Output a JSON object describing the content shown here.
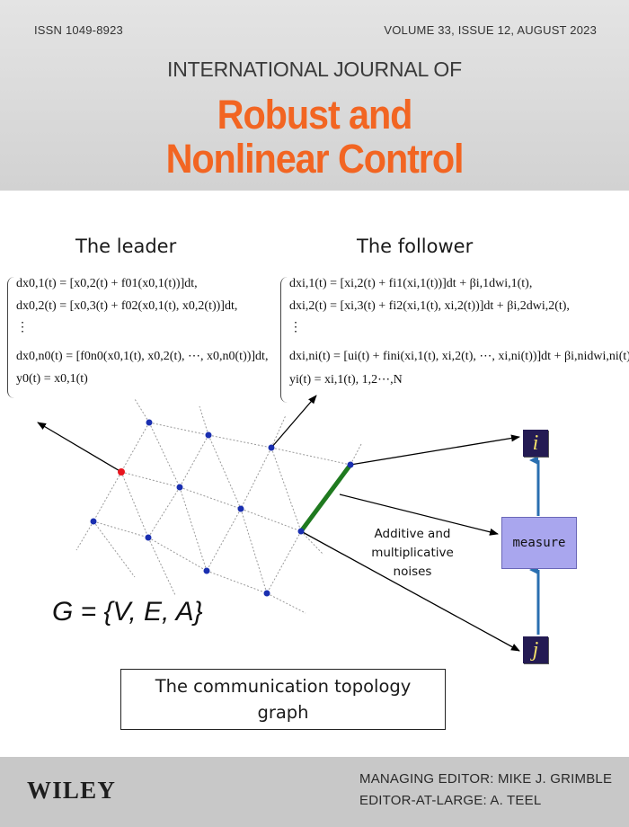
{
  "header": {
    "issn": "ISSN 1049-8923",
    "volume": "VOLUME 33, ISSUE 12, AUGUST 2023",
    "journal_prefix": "INTERNATIONAL JOURNAL OF",
    "journal_title_line1": "Robust and",
    "journal_title_line2": "Nonlinear Control",
    "title_color": "#f26522"
  },
  "figure": {
    "leader_heading": "The leader",
    "follower_heading": "The follower",
    "leader_equations": [
      "dx0,1(t) = [x0,2(t) + f01(x0,1(t))]dt,",
      "dx0,2(t) = [x0,3(t) + f02(x0,1(t), x0,2(t))]dt,",
      "⋮",
      "dx0,n0(t) = [f0n0(x0,1(t), x0,2(t), ⋯, x0,n0(t))]dt,",
      "y0(t) = x0,1(t)"
    ],
    "follower_equations": [
      "dxi,1(t) = [xi,2(t) + fi1(xi,1(t))]dt + βi,1dwi,1(t),",
      "dxi,2(t) = [xi,3(t) + fi2(xi,1(t), xi,2(t))]dt + βi,2dwi,2(t),",
      "⋮",
      "dxi,ni(t) = [ui(t) + fini(xi,1(t), xi,2(t), ⋯, xi,ni(t))]dt + βi,nidwi,ni(t),",
      "yi(t) = xi,1(t),   1,2⋯,N"
    ],
    "node_i": "i",
    "node_j": "j",
    "measure_label": "measure",
    "noise_label": [
      "Additive and",
      "multiplicative",
      "noises"
    ],
    "graph_formula": "G = {V, E, A}",
    "topology_caption": [
      "The communication topology",
      "graph"
    ],
    "leader_node_color": "#e8141e",
    "follower_node_color": "#1a2fb0",
    "highlight_edge_color": "#1f7a1f",
    "node_box_color": "#241b53",
    "measure_box_color": "#a9a6ee"
  },
  "footer": {
    "publisher": "WILEY",
    "managing_editor": "MANAGING EDITOR: MIKE J. GRIMBLE",
    "editor_at_large": "EDITOR-AT-LARGE: A. TEEL"
  }
}
